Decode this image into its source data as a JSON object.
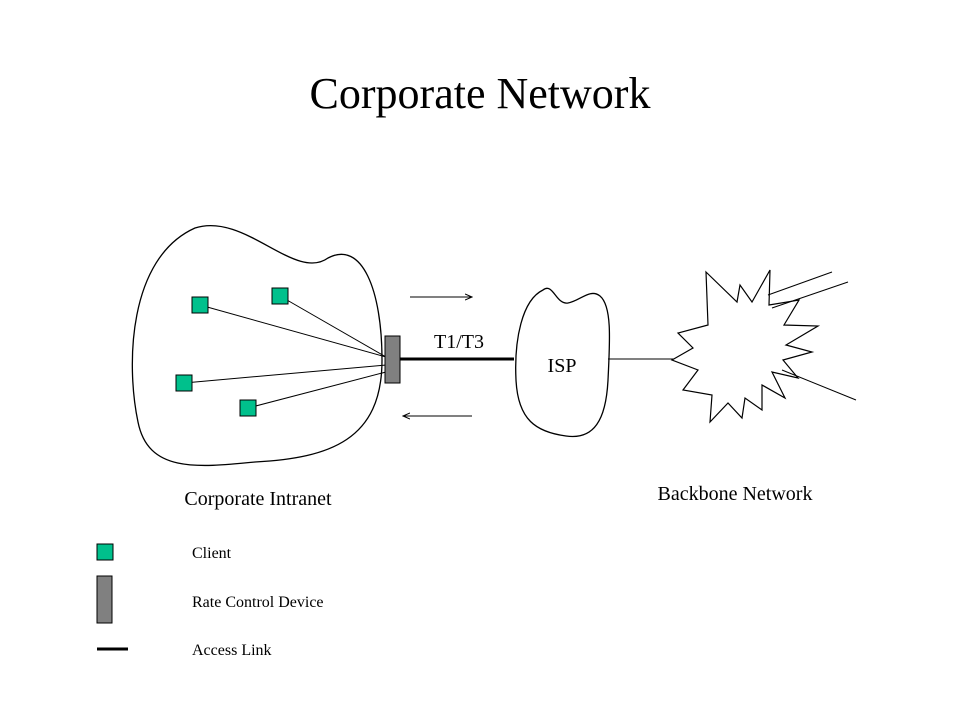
{
  "title": "Corporate Network",
  "labels": {
    "intranet": "Corporate Intranet",
    "backbone": "Backbone Network",
    "isp": "ISP",
    "link": "T1/T3"
  },
  "legend": {
    "client": "Client",
    "rate_control": "Rate Control Device",
    "access_link": "Access Link"
  },
  "colors": {
    "client": "#00c08c",
    "rate_control": "#808080",
    "line": "#000000"
  }
}
